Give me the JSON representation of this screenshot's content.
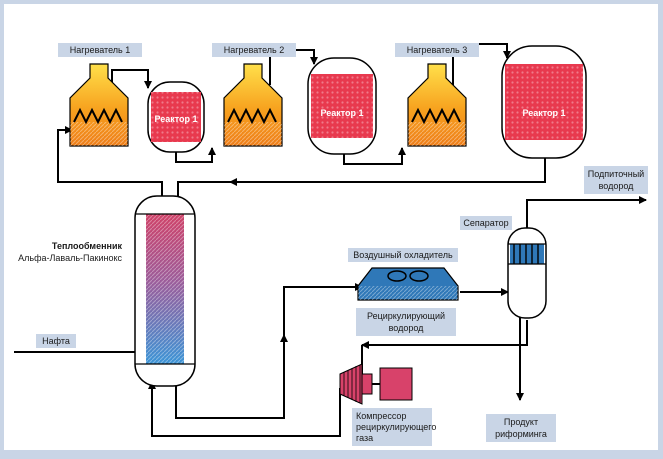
{
  "heaters": [
    {
      "label": "Нагреватель 1"
    },
    {
      "label": "Нагреватель 2"
    },
    {
      "label": "Нагреватель 3"
    }
  ],
  "reactors": [
    {
      "label": "Реактор 1"
    },
    {
      "label": "Реактор 1"
    },
    {
      "label": "Реактор 1"
    }
  ],
  "exchanger": {
    "title": "Теплообменник",
    "subtitle": "Альфа-Лаваль-Пакинокс"
  },
  "feed": {
    "label": "Нафта"
  },
  "air_cooler": {
    "label": "Воздушный охладитель"
  },
  "recycle_hydrogen": {
    "line1": "Рециркулирующий",
    "line2": "водород"
  },
  "separator": {
    "label": "Сепаратор"
  },
  "makeup_hydrogen": {
    "line1": "Подпиточный",
    "line2": "водород"
  },
  "compressor": {
    "line1": "Компрессор",
    "line2": "рециркулирующего",
    "line3": "газа"
  },
  "product": {
    "line1": "Продукт",
    "line2": "риформинга"
  },
  "colors": {
    "frame": "#c9d5e6",
    "label_box": "#c9d5e6",
    "reactor_red": "#e8394e",
    "heater_orange": "#f08a1c",
    "heater_yellow": "#ffd23a",
    "exchanger_top": "#d04a6e",
    "exchanger_bottom": "#3a8fd0",
    "cooler": "#2f78b8",
    "compressor": "#d8426a"
  },
  "icons": [
    "heater-icon",
    "reactor-icon",
    "exchanger-icon",
    "air-cooler-icon",
    "separator-icon",
    "compressor-icon",
    "fan-icon"
  ]
}
